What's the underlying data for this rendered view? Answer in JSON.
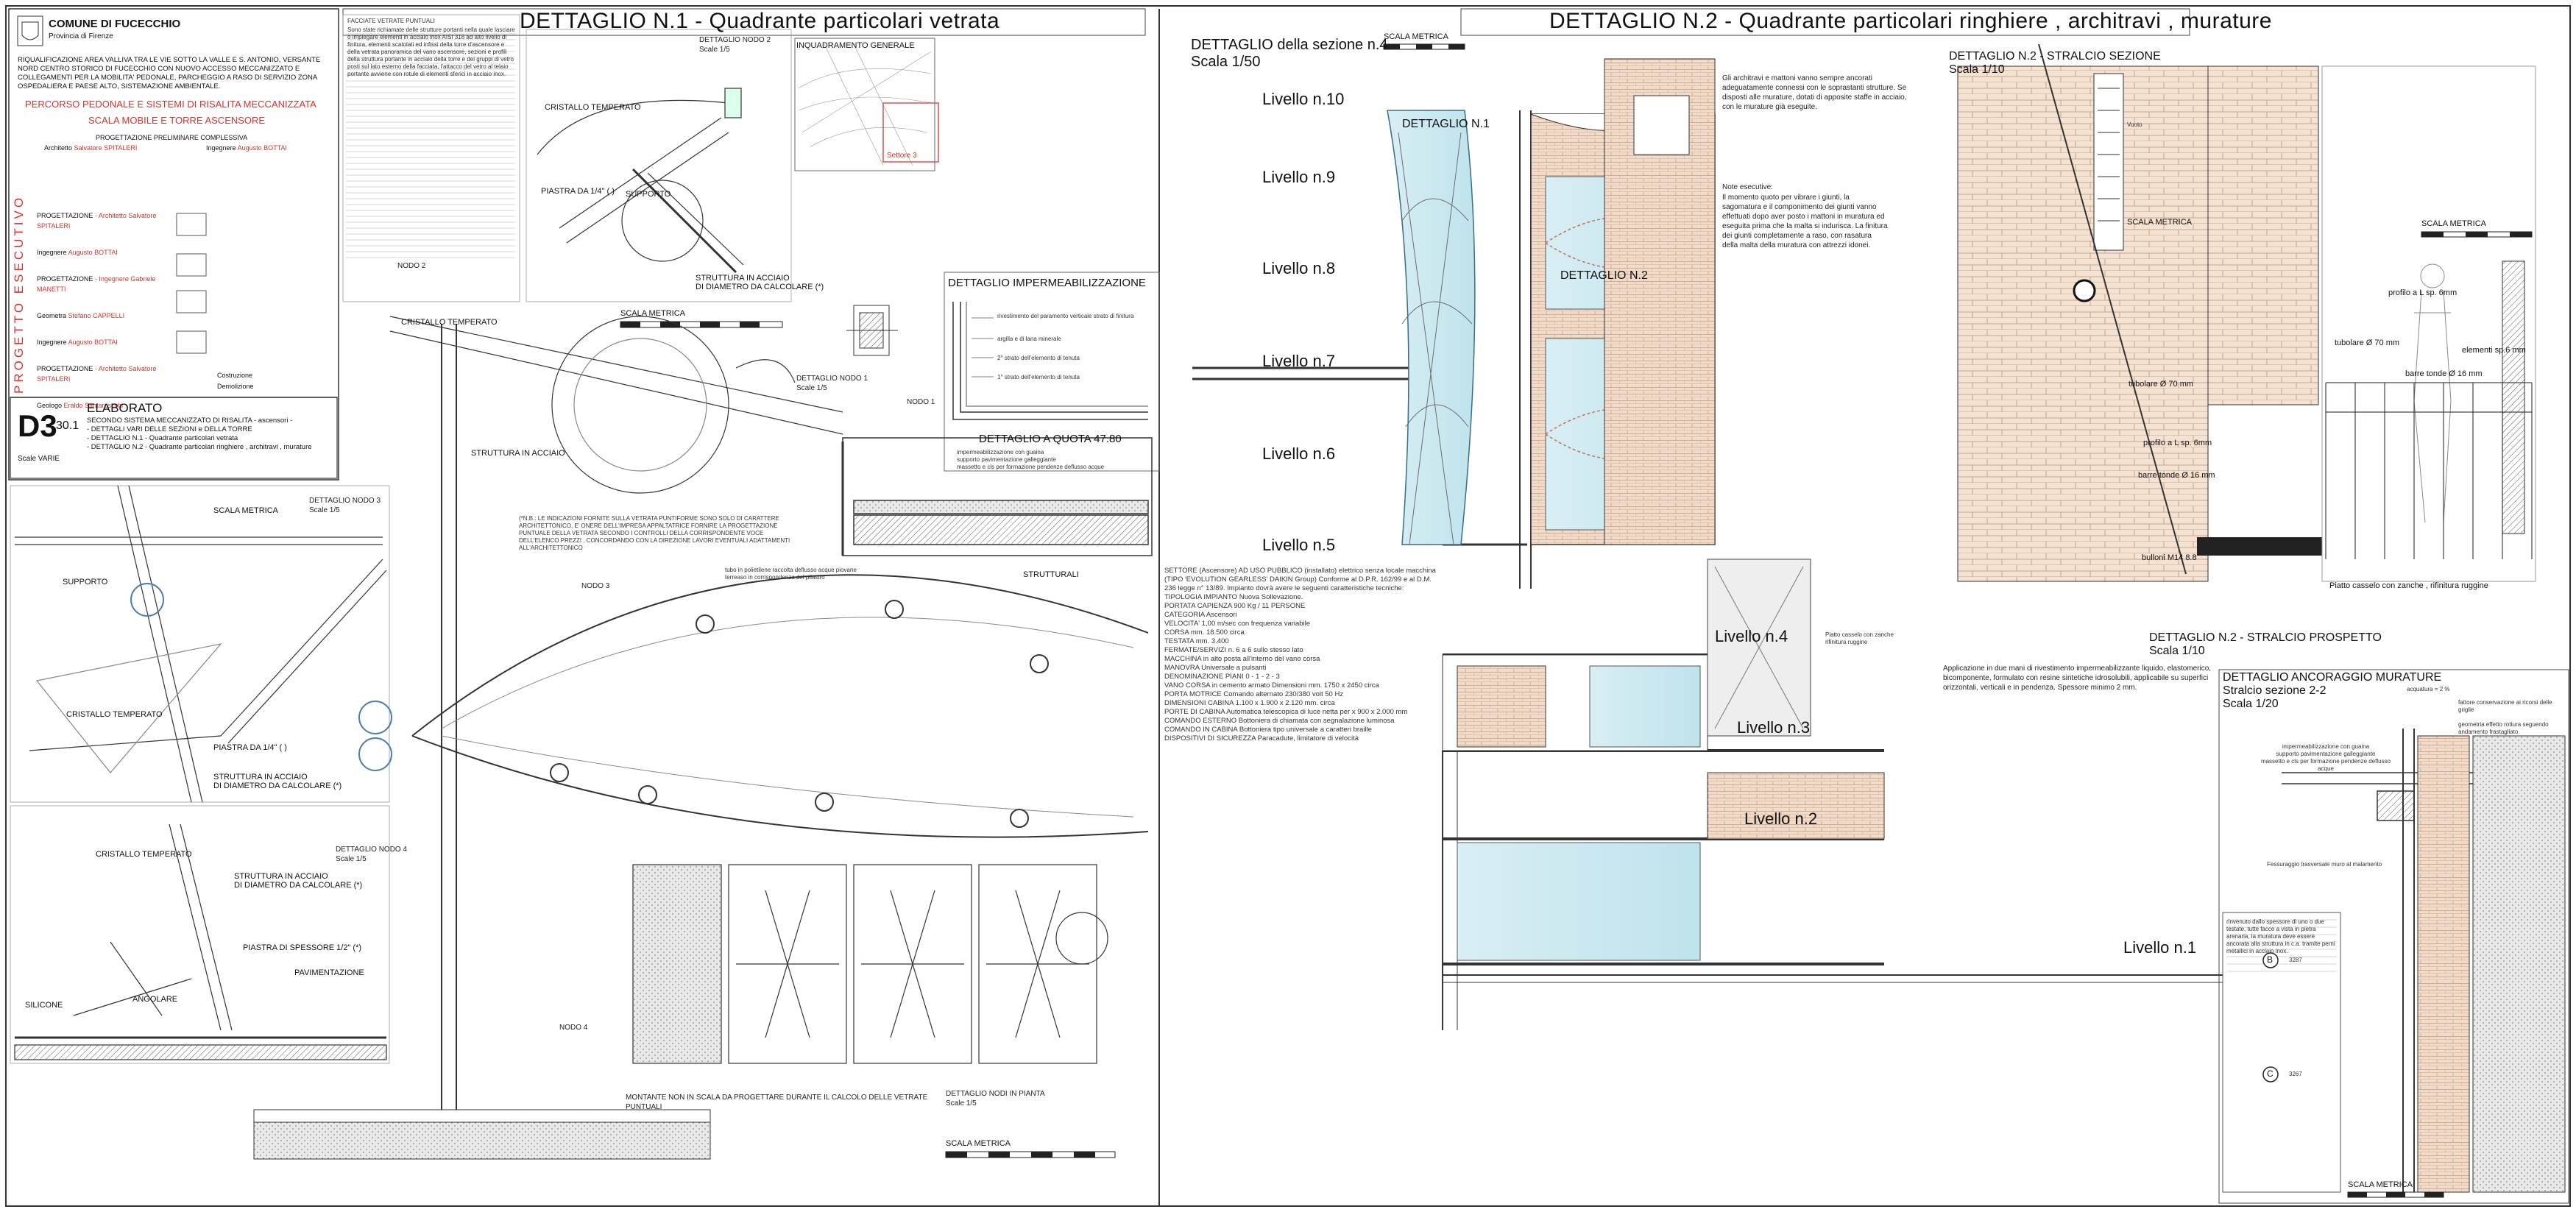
{
  "titleblock": {
    "municipality": "COMUNE DI FUCECCHIO",
    "province": "Provincia di Firenze",
    "project_desc": "RIQUALIFICAZIONE AREA VALLIVA TRA LE VIE SOTTO LA VALLE E S. ANTONIO, VERSANTE NORD CENTRO STORICO DI FUCECCHIO CON NUOVO ACCESSO MECCANIZZATO E COLLEGAMENTI PER LA MOBILITA' PEDONALE, PARCHEGGIO A RASO DI SERVIZIO ZONA OSPEDALIERA E PAESE ALTO, SISTEMAZIONE AMBIENTALE.",
    "project_name": "PERCORSO PEDONALE E SISTEMI DI RISALITA MECCANIZZATA",
    "project_sub": "SCALA MOBILE E TORRE ASCENSORE",
    "phase": "PROGETTAZIONE PRELIMINARE COMPLESSIVA",
    "arch_label": "Architetto",
    "arch_name": "Salvatore SPITALERI",
    "eng_label": "Ingegnere",
    "eng_name": "Augusto BOTTAI",
    "side_vertical": "PROGETTO ESECUTIVO",
    "roles": [
      {
        "role": "PROGETTAZIONE",
        "who": "Architetto Salvatore SPITALERI"
      },
      {
        "role": "Ingegnere",
        "who": "Augusto BOTTAI"
      },
      {
        "role": "PROGETTAZIONE",
        "who": "Ingegnere Gabriele MANETTI"
      },
      {
        "role": "Geometra",
        "who": "Stefano CAPPELLI"
      },
      {
        "role": "Ingegnere",
        "who": "Augusto BOTTAI"
      },
      {
        "role": "PROGETTAZIONE",
        "who": "Architetto Salvatore SPITALERI"
      },
      {
        "role": "Geologo",
        "who": "Eraldo Santaroscchi"
      }
    ],
    "costruzione": "Costruzione",
    "demolizione": "Demolizione",
    "elaborato_label": "ELABORATO",
    "code_main": "D3",
    "code_sub": "30.1",
    "elaborato_desc": "SECONDO SISTEMA MECCANIZZATO DI RISALITA - ascensori -\n- DETTAGLI VARI DELLE SEZIONI e DELLA TORRE\n- DETTAGLIO N.1 - Quadrante particolari vetrata\n- DETTAGLIO N.2 - Quadrante particolari ringhiere , architravi , murature",
    "scale": "Scale VARIE"
  },
  "detail1": {
    "title": "DETTAGLIO N.1 - Quadrante particolari vetrata",
    "inquadramento": "INQUADRAMENTO GENERALE",
    "settore": "Settore 3",
    "impermeabilizzazione": "DETTAGLIO IMPERMEABILIZZAZIONE",
    "imperm_labels": [
      "rivestimento del paramento verticale strato di finitura",
      "argilla e di lana minerale",
      "2° strato dell'elemento di tenuta",
      "1° strato dell'elemento di tenuta"
    ],
    "quota": "DETTAGLIO A QUOTA 47.80",
    "quota_note": "impermeabilizzazione con guaina\nsupporto pavimentazione galleggiante\nmassetto e cls per formazione pendenze deflusso acque",
    "nodo1": "NODO 1",
    "nodo2": "NODO 2",
    "nodo3": "NODO 3",
    "nodo4": "NODO 4",
    "dettaglio_nodo2": "DETTAGLIO   NODO 2\nScale 1/5",
    "dettaglio_nodo1": "DETTAGLIO   NODO 1\nScale 1/5",
    "dettaglio_nodo3": "DETTAGLIO   NODO 3\nScale 1/5",
    "dettaglio_nodo4": "DETTAGLIO   NODO 4\nScale 1/5",
    "nodi_pianta": "DETTAGLIO NODI IN PIANTA\nScale 1/5",
    "scala_metrica": "SCALA METRICA",
    "labels": {
      "cristallo": "CRISTALLO TEMPERATO",
      "piastra": "PIASTRA DA 1/4\" ( )",
      "supporto": "SUPPORTO",
      "struttura": "STRUTTURA IN ACCIAIO\nDI DIAMETRO DA CALCOLARE (*)",
      "strutturali": "STRUTTURALI",
      "piastra_spess": "PIASTRA DI SPESSORE 1/2\" (*)",
      "pavimentazione": "PAVIMENTAZIONE",
      "silicone": "SILICONE",
      "angolare": "ANGOLARE",
      "montante": "MONTANTE NON IN SCALA DA PROGETTARE DURANTE IL CALCOLO DELLE VETRATE PUNTUALI",
      "struttura_acciaio": "STRUTTURA IN ACCIAIO"
    },
    "nb": "(*N.B.: LE INDICAZIONI FORNITE SULLA VETRATA PUNTIFORME SONO SOLO DI CARATTERE ARCHITETTONICO, E' ONERE DELL'IMPRESA APPALTATRICE FORNIRE LA PROGETTAZIONE PUNTUALE DELLA VETRATA SECONDO I CONTROLLI DELLA CORRISPONDENTE VOCE DELL'ELENCO PREZZI , CONCORDANDO CON LA DIREZIONE LAVORI EVENTUALI ADATTAMENTI ALL'ARCHITETTONICO",
    "tubo_note": "tubo in polietilene raccolta deflusso acque piovane\nterreaso in corrispondenza del pilastro",
    "texts": [
      "FACCIATE VETRATE PUNTUALI",
      "Sono state richiamate delle strutture portanti nella quale lasciare o impiegare elementi in acciaio inox AISI 316 ad alto livello di finitura, elementi scatolati ed infissi della torre d'ascensore e della vetrata panoramica del vano ascensore, sezioni e profili della struttura portante in acciaio della torre e dei gruppi di vetro posti sul lato esterno della facciata, l'attacco del vetro al telaio portante avviene con rotule di elementi sferici in acciaio inox."
    ]
  },
  "detail2": {
    "title": "DETTAGLIO N.2 - Quadrante particolari ringhiere , architravi , murature",
    "section_title": "DETTAGLIO della sezione n.4\nScala 1/50",
    "stralcio_sezione": "DETTAGLIO N.2 - STRALCIO SEZIONE\nScala 1/10",
    "stralcio_prospetto": "DETTAGLIO N.2 - STRALCIO PROSPETTO\nScala 1/10",
    "ancoraggio": "DETTAGLIO ANCORAGGIO MURATURE\nStralcio sezione 2-2\nScala 1/20",
    "tag_d1": "DETTAGLIO N.1",
    "tag_d2": "DETTAGLIO N.2",
    "levels": [
      "Livello n.10",
      "Livello n.9",
      "Livello n.8",
      "Livello n.7",
      "Livello n.6",
      "Livello n.5",
      "Livello n.4",
      "Livello n.3",
      "Livello n.2",
      "Livello n.1"
    ],
    "scala_metrica": "SCALA METRICA",
    "labels": {
      "profilo": "profilo a L sp. 6mm",
      "tubolare": "tubolare Ø 70 mm",
      "barre": "barre tonde Ø 16 mm",
      "elementi": "elementi sp.6 mm",
      "piatto": "Piatto casselo con zanche , rifinitura ruggine",
      "bulloni": "bulloni M14 8.8",
      "piatto2": "Piatto casselo con zanche\nrifinitura ruggine",
      "fattore": "fattore conservazione ai ricorsi delle griglie",
      "geometria": "geometria effetto rottura seguendo andamento frastagliato",
      "acquatura": "acquatura = 2 %",
      "vuoto": "Vuoto",
      "impermeab": "impermeabilizzazione con guaina\nsupporto pavimentazione galleggiante\nmassetto e cls per formazione pendenze deflusso acque",
      "fessuraggio": "Fessuraggio trasversale muro al malamento",
      "quota1": "3287",
      "quota2": "3267"
    },
    "marker_b": "B",
    "marker_c": "C",
    "spec_text": "SETTORE (Ascensore) AD USO PUBBLICO (installato) elettrico senza locale macchina (TIPO 'EVOLUTION GEARLESS' DAIKIN Group) Conforme al D.P.R. 162/99 e al D.M. 236 legge n° 13/89. Impianto dovrà avere le seguenti caratteristiche tecniche:\nTIPOLOGIA IMPIANTO Nuova Sollevazione.\nPORTATA CAPIENZA 900 Kg / 11 PERSONE\nCATEGORIA Ascensori\nVELOCITA' 1,00 m/sec con frequenza variabile\nCORSA mm. 18.500 circa\nTESTATA mm. 3.400\nFERMATE/SERVIZI n. 6 a 6 sullo stesso lato\nMACCHINA in alto posta all'interno del vano corsa\nMANOVRA Universale a pulsanti\nDENOMINAZIONE PIANI 0 - 1 - 2 - 3\nVANO CORSA in cemento armato Dimensioni mm. 1750 x 2450 circa\nPORTA MOTRICE Comando alternato 230/380 volt 50 Hz\nDIMENSIONI CABINA 1.100 x 1.900 x 2.120 mm. circa\nPORTE DI CABINA Automatica telescopica di luce netta per x 900 x 2.000 mm\nCOMANDO ESTERNO Bottoniera di chiamata con segnalazione luminosa\nCOMANDO IN CABINA Bottoniera tipo universale a caratteri braille\nDISPOSITIVI DI SICUREZZA Paracadute, limitatore di velocità",
    "brick_note": "Gli architravi e mattoni vanno sempre ancorati adeguatamente connessi con le soprastanti strutture. Se disposti alle murature, dotati di apposite staffe in acciaio, con le murature già eseguite.",
    "note_title": "Note esecutive:",
    "note_text": "Il momento quoto per vibrare i giunti, la sagomatura e il componimento dei giunti vanno effettuati dopo aver posto i mattoni in muratura ed eseguita prima che la malta si indurisca. La finitura dei giunti completamente a raso, con rasatura della malta della muratura con attrezzi idonei.",
    "appl_text": "Applicazione in due mani di rivestimento impermeabilizzante liquido, elastomerico, bicomponente, formulato con resine sintetiche idrosolubili, applicabile su superfici orizzontali, verticali e in pendenza. Spessore minimo 2 mm.",
    "ancor_note": "rinvenuto dallo spessore di uno o due testate, tutte facce a vista in pietra arenaria, la muratura deve essere ancorata alla struttura in c.a. tramite perni metallici in acciaio inox."
  }
}
